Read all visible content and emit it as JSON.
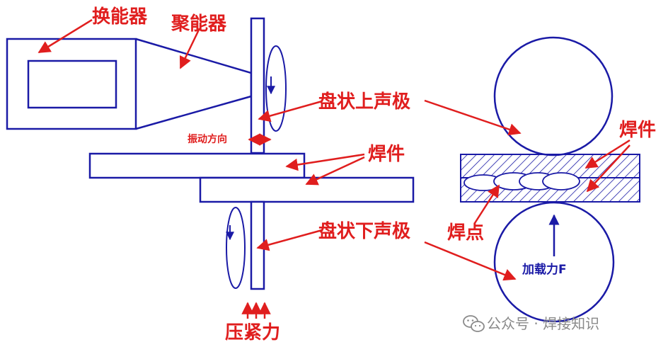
{
  "labels": {
    "transducer": "换能器",
    "booster": "聚能器",
    "upper_disk_horn": "盘状上声极",
    "vibration_direction": "振动方向",
    "workpiece_left": "焊件",
    "workpiece_right": "焊件",
    "lower_disk_horn": "盘状下声极",
    "pressing_force": "压紧力",
    "weld_spot": "焊点",
    "load_force": "加载力F"
  },
  "watermark": {
    "text": "公众号 · 焊接知识",
    "icon": "wechat-icon"
  },
  "colors": {
    "line_blue": "#1a1aa6",
    "arrow_red": "#e01e1e",
    "hatch": "#1a1aa6",
    "watermark": "#8a8a8a"
  }
}
